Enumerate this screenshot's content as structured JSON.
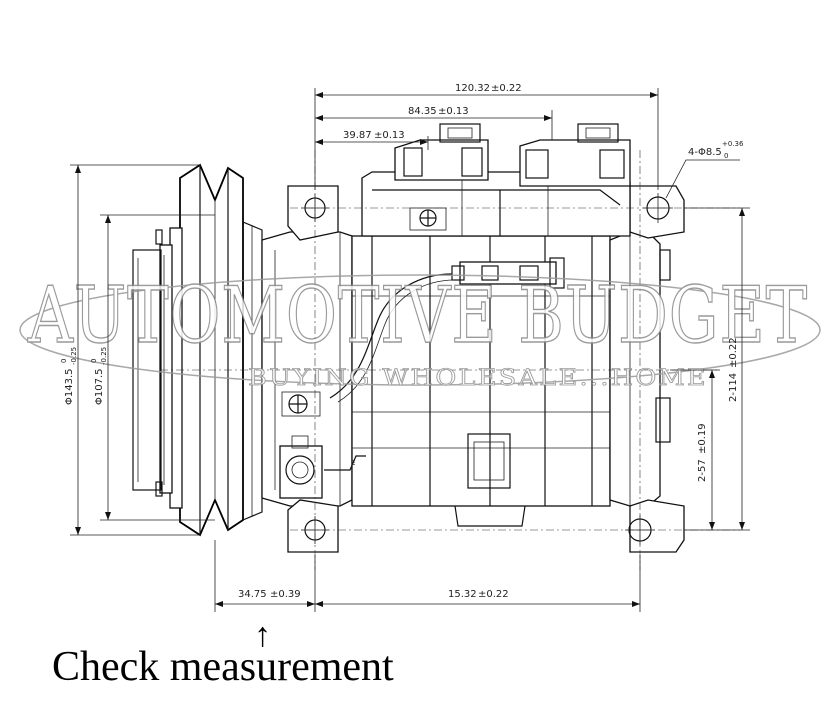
{
  "dimensions": {
    "overall_length": {
      "value": "120.32",
      "tol": "±0.22"
    },
    "port_offset": {
      "value": "84.35",
      "tol": "±0.13"
    },
    "first_port": {
      "value": "39.87",
      "tol": "±0.13"
    },
    "mount_holes": {
      "value": "4-Φ8.5",
      "tol_upper": "+0.36",
      "tol_lower": "0"
    },
    "pulley_outer": {
      "value": "Φ143.5",
      "tol_upper": "0",
      "tol_lower": "-0.25"
    },
    "pulley_inner": {
      "value": "Φ107.5",
      "tol_upper": "0",
      "tol_lower": "-0.25"
    },
    "upper_height": {
      "value": "2-57",
      "tol": "±0.19"
    },
    "total_height": {
      "value": "2-114",
      "tol": "±0.22"
    },
    "pulley_offset": {
      "value": "34.75",
      "tol": "±0.39"
    },
    "mount_spacing": {
      "value": "15.32",
      "tol": "±0.22"
    }
  },
  "watermark": {
    "title": "AUTOMOTIVE BUDGET",
    "subtitle": "BUYING WHOLESALE...HOME"
  },
  "annotation": {
    "arrow": "↑",
    "caption": "Check measurement"
  }
}
